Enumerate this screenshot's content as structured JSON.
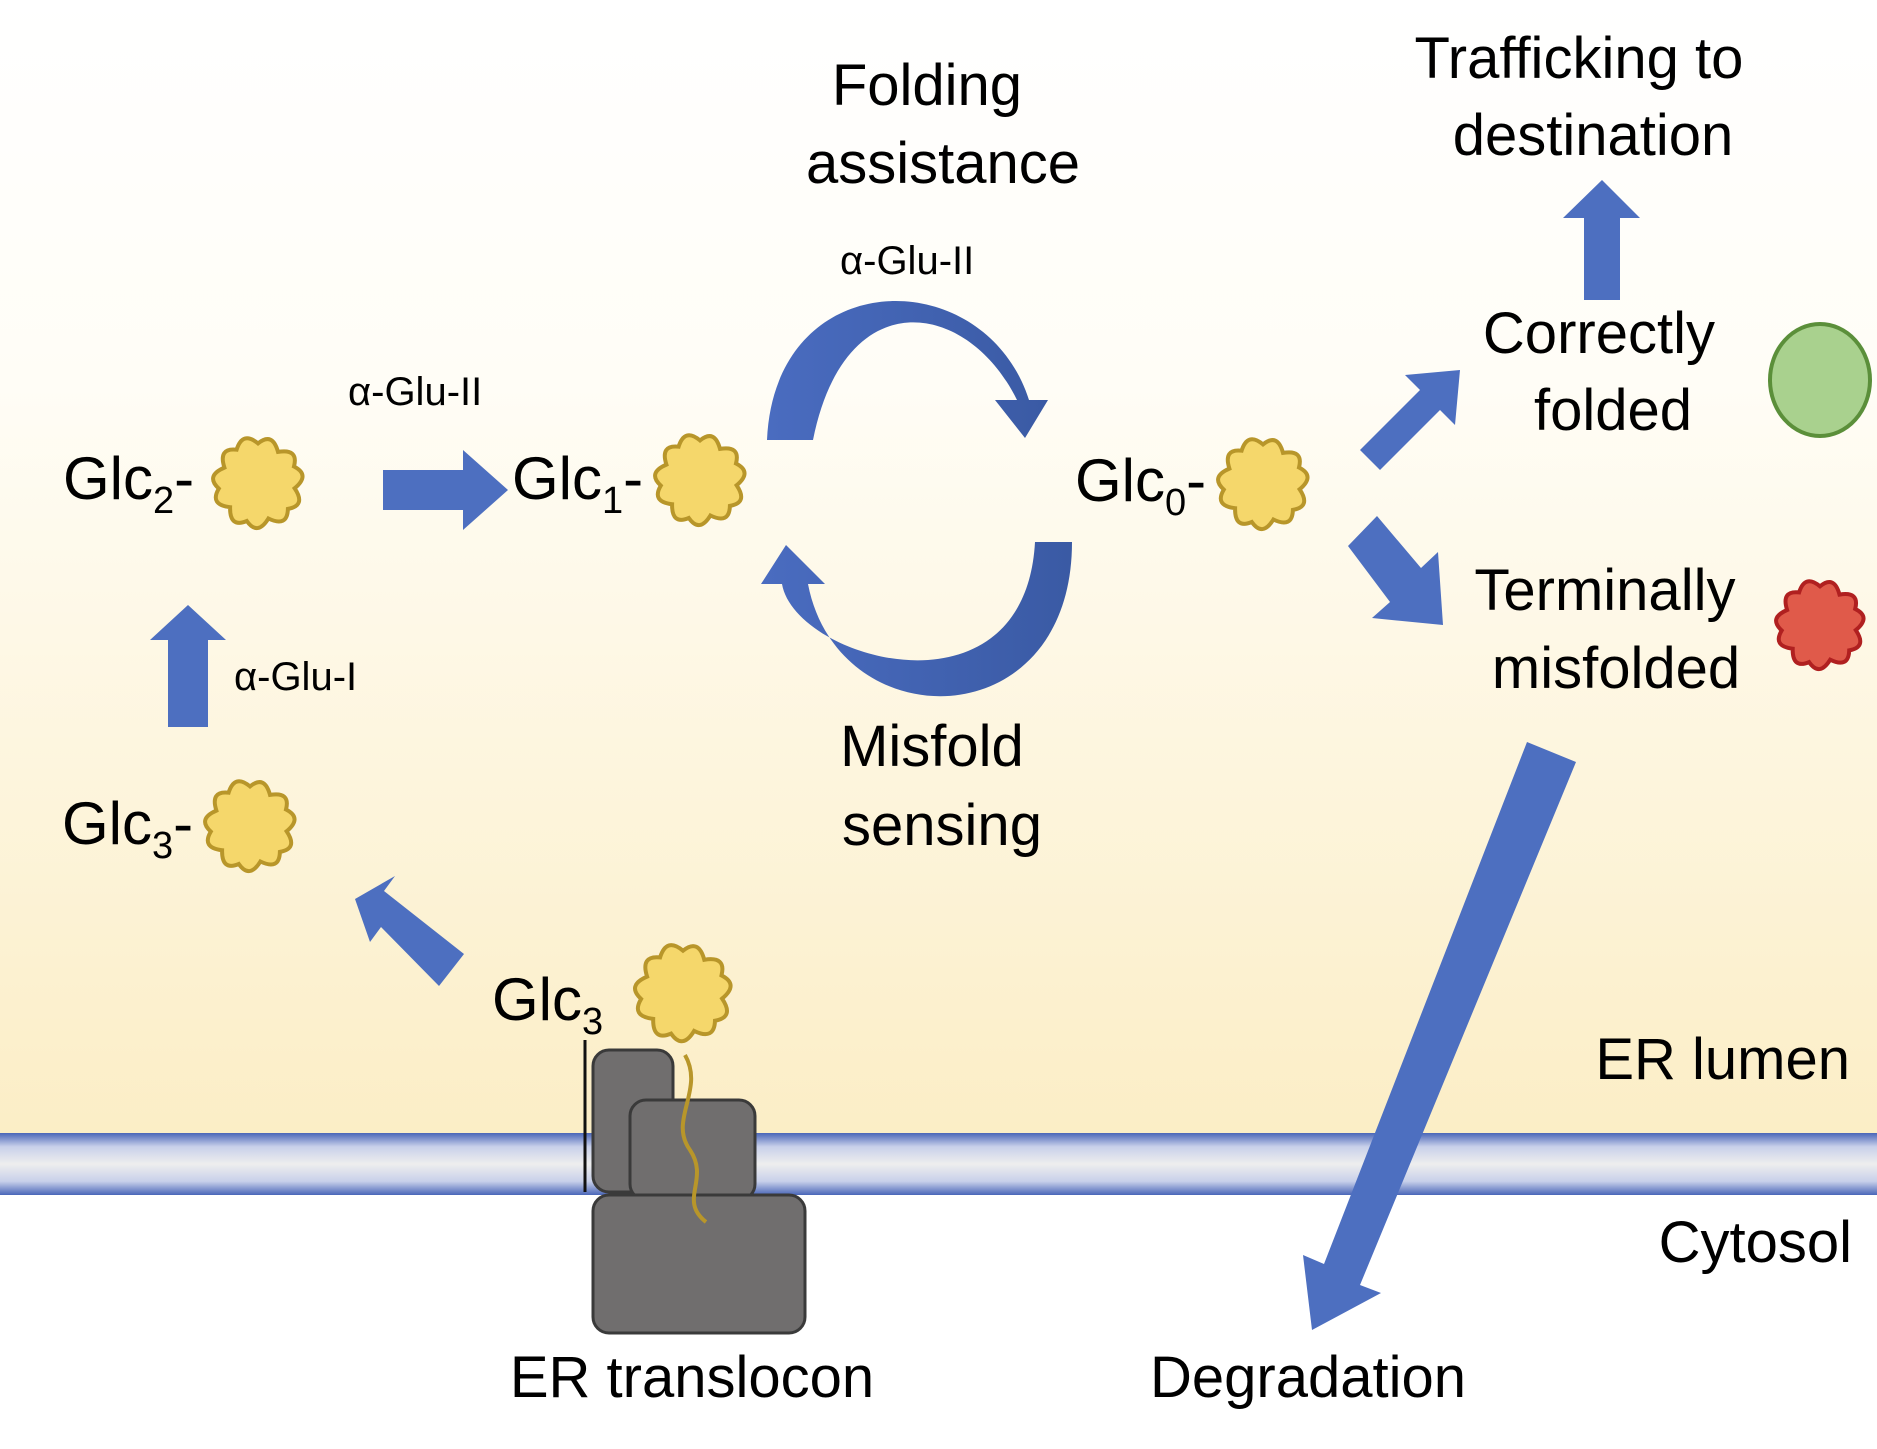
{
  "labels": {
    "folding_assistance": [
      "Folding",
      "assistance"
    ],
    "misfold_sensing": [
      "Misfold",
      "sensing"
    ],
    "trafficking": [
      "Trafficking to",
      "destination"
    ],
    "correctly_folded": [
      "Correctly",
      "folded"
    ],
    "terminally_misfolded": [
      "Terminally",
      "misfolded"
    ],
    "er_lumen": "ER lumen",
    "cytosol": "Cytosol",
    "er_translocon": "ER translocon",
    "degradation": "Degradation"
  },
  "glycans": {
    "glc_prefix": "Glc",
    "glc2_sub": "2",
    "glc1_sub": "1",
    "glc0_sub": "0",
    "glc3_sub": "3",
    "dash": "-"
  },
  "enzymes": {
    "alpha": "α",
    "glu_ii": "-Glu-II",
    "glu_i": "-Glu-I"
  },
  "colors": {
    "arrow": "#4d6fc0",
    "arrow_dark": "#3f5ea8",
    "protein": "#f5d76b",
    "protein_edge": "#b8962a",
    "folded": "#a9d18e",
    "folded_edge": "#5b8f3a",
    "misfolded": "#e05a4a",
    "misfolded_edge": "#b02020",
    "membrane_edge": "#2f4ba0",
    "translocon": "#706e6e"
  }
}
